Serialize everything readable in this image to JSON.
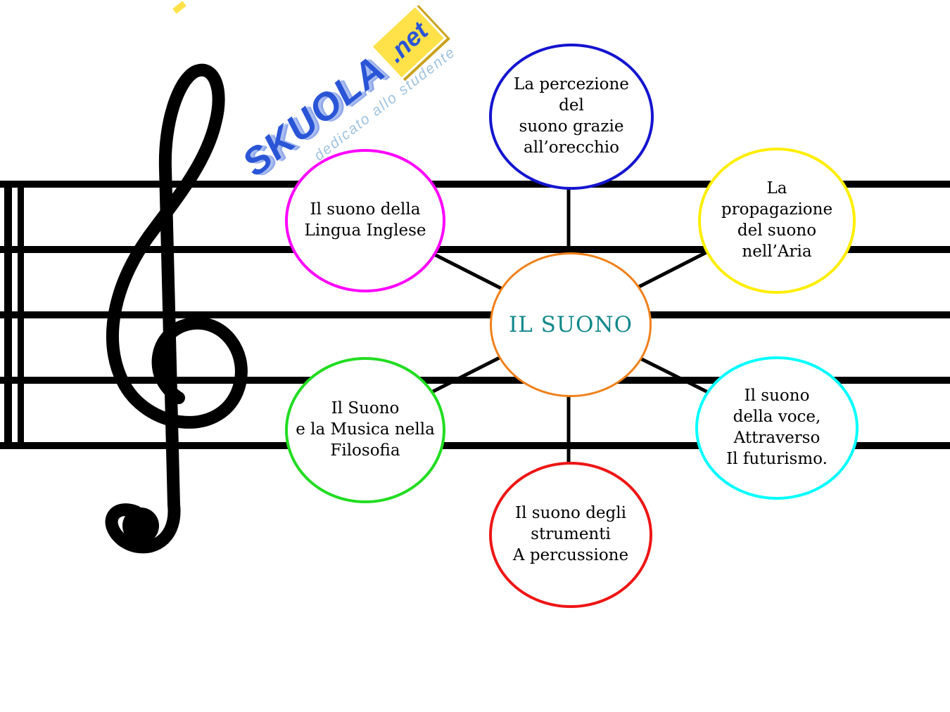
{
  "diagram": {
    "center_node": {
      "label": "IL SUONO",
      "border_color": "#f08019",
      "text_color": "#10878a"
    },
    "nodes": [
      {
        "id": "percezione",
        "label": "La percezione\ndel\nsuono grazie\nall’orecchio",
        "border_color": "#1414cf"
      },
      {
        "id": "lingua",
        "label": "Il suono della\nLingua Inglese",
        "border_color": "#ff00ff"
      },
      {
        "id": "propagazione",
        "label": "La\npropagazione\ndel suono\nnell’Aria",
        "border_color": "#ffee00"
      },
      {
        "id": "filosofia",
        "label": "Il Suono\ne la Musica  nella\nFilosofia",
        "border_color": "#21dd21"
      },
      {
        "id": "voce",
        "label": "Il suono\ndella voce,\nAttraverso\nIl futurismo.",
        "border_color": "#00ffff"
      },
      {
        "id": "percussione",
        "label": "Il suono  degli\nstrumenti\nA percussione",
        "border_color": "#ee1515"
      }
    ]
  },
  "watermark": {
    "brand": "SKUOLA",
    "tld": ".net",
    "tagline": "dedicato allo studente",
    "brand_color": "#2a55d6",
    "tld_text_color": "#2a55d6",
    "tld_bg": "#ffe24a",
    "tagline_color": "#9fc3e0"
  }
}
